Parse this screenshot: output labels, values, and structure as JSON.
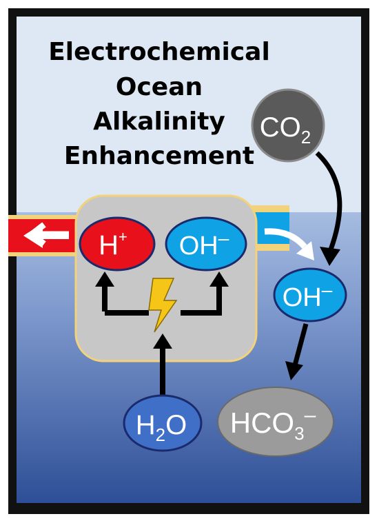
{
  "title": {
    "line1": "Electrochemical",
    "line2": "Ocean",
    "line3": "Alkalinity",
    "line4": "Enhancement"
  },
  "species": {
    "h_plus": {
      "base": "H",
      "sup": "+"
    },
    "oh_cell": {
      "base": "OH",
      "sup": "–"
    },
    "oh_ocean": {
      "base": "OH",
      "sup": "–"
    },
    "co2": {
      "base": "CO",
      "sub": "2"
    },
    "h2o": {
      "base": "H",
      "sub": "2",
      "tail": "O"
    },
    "hco3": {
      "base": "HCO",
      "sub": "3",
      "sup": "–"
    }
  },
  "colors": {
    "sky": "#dde8f4",
    "ocean_top": "#9fb6da",
    "ocean_bottom": "#2d4f96",
    "cell_fill": "#c7c7c7",
    "cell_border": "#f2d27a",
    "acid_red": "#e8111b",
    "base_blue": "#0fa3e6",
    "water_blue": "#3f6fc6",
    "co2_gray": "#5a5a5a",
    "hco3_gray": "#9b9b9b",
    "bolt": "#f5c518"
  },
  "icons": {
    "energy": "lightning-bolt-icon"
  }
}
